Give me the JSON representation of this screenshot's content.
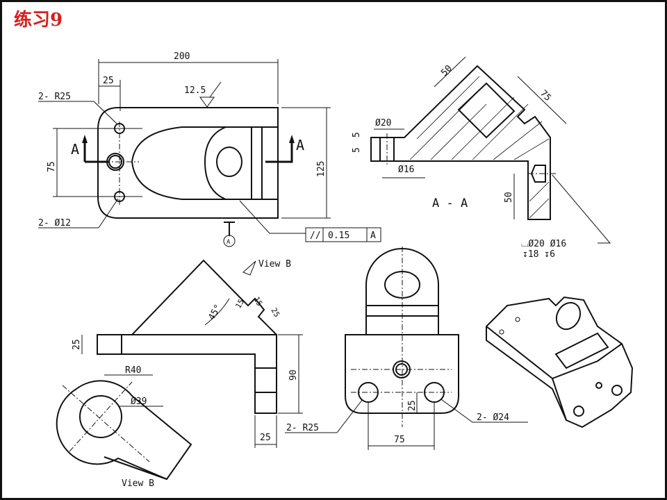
{
  "title": "练习9",
  "top_view": {
    "dim_width": "200",
    "dim_edge": "25",
    "dim_holes": "75",
    "dim_height": "125",
    "radius_note": "2- R25",
    "hole_note": "2- Ø12",
    "roughness": "12.5",
    "section_mark": "A",
    "tolerance_symbol": "//",
    "tolerance_value": "0.15",
    "datum": "A",
    "datum_label": "A"
  },
  "section_view": {
    "label": "A - A",
    "dim_50_top": "50",
    "dim_75": "75",
    "dim_cb_dia": "Ø20",
    "dim_5a": "5",
    "dim_5b": "5",
    "dim_hole": "Ø16",
    "dim_50_side": "50",
    "callout_line1": "⌴Ø20 Ø16",
    "callout_line2": "↧18 ↧6"
  },
  "side_view": {
    "view_b_arrow": "View B",
    "dim_45": "45°",
    "dim_15a": "15",
    "dim_15b": "15",
    "dim_25a": "25",
    "dim_25_left": "25",
    "dim_90": "90",
    "dim_25_bottom": "25"
  },
  "view_b": {
    "label": "View B",
    "dim_r40": "R40",
    "dim_d39": "Ø39"
  },
  "front_view": {
    "radius_note": "2- R25",
    "hole_note": "2- Ø24",
    "dim_25": "25",
    "dim_75": "75"
  }
}
